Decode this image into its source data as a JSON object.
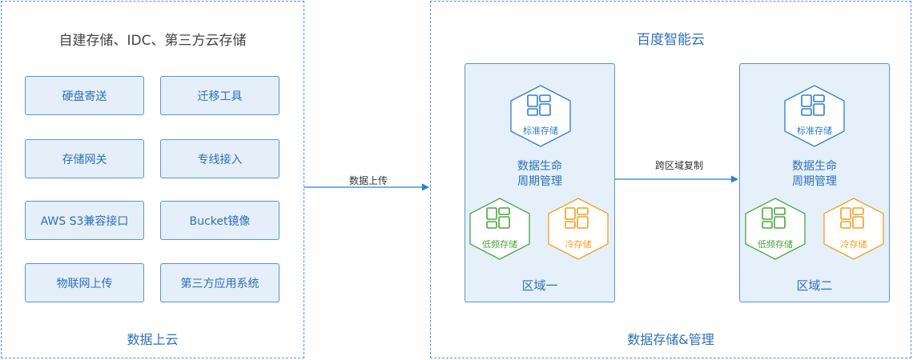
{
  "left": {
    "title": "自建存储、IDC、第三方云存储",
    "footer": "数据上云",
    "sources": [
      "硬盘寄送",
      "迁移工具",
      "存储网关",
      "专线接入",
      "AWS S3兼容接口",
      "Bucket镜像",
      "物联网上传",
      "第三方应用系统"
    ]
  },
  "right": {
    "title": "百度智能云",
    "footer": "数据存储&管理"
  },
  "flows": {
    "upload": "数据上传",
    "replicate": "跨区域复制"
  },
  "regions": [
    {
      "label": "区域一",
      "lifecycle": [
        "数据生命",
        "周期管理"
      ],
      "standard": "标准存储",
      "infrequent": "低频存储",
      "cold": "冷存储"
    },
    {
      "label": "区域二",
      "lifecycle": [
        "数据生命",
        "周期管理"
      ],
      "standard": "标准存储",
      "infrequent": "低频存储",
      "cold": "冷存储"
    }
  ],
  "colors": {
    "blue": "#2f7dd1",
    "green": "#4aa63a",
    "orange": "#f0a020",
    "border": "#5b8fd1"
  }
}
